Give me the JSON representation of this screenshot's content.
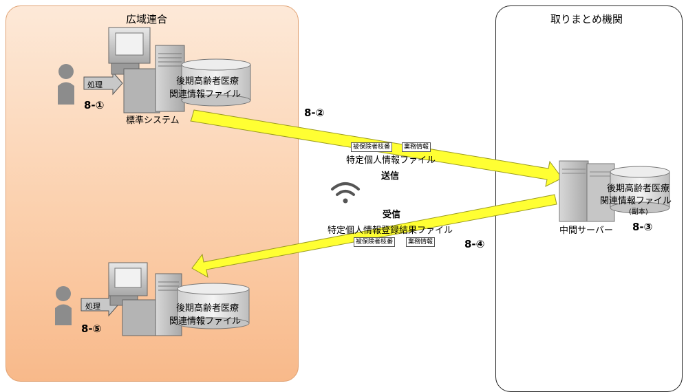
{
  "regions": {
    "left_title": "広域連合",
    "right_title": "取りまとめ機関"
  },
  "top_workstation": {
    "process_label": "処理",
    "db_line1": "後期高齢者医療",
    "db_line2": "関連情報ファイル",
    "system_label": "標準システム",
    "step": "8-①"
  },
  "send_flow": {
    "step": "8-②",
    "tag_1": "被保険者枝番",
    "tag_2": "業務情報",
    "file_label": "特定個人情報ファイル",
    "action": "送信"
  },
  "server": {
    "db_line1": "後期高齢者医療",
    "db_line2": "関連情報ファイル",
    "db_line3": "(副本)",
    "label": "中間サーバー",
    "step": "8-③"
  },
  "receive_flow": {
    "action": "受信",
    "file_label": "特定個人情報登録結果ファイル",
    "tag_1": "被保険者枝番",
    "tag_2": "業務情報",
    "step": "8-④"
  },
  "bottom_workstation": {
    "process_label": "処理",
    "db_line1": "後期高齢者医療",
    "db_line2": "関連情報ファイル",
    "step": "8-⑤"
  },
  "colors": {
    "arrow": "#ffff33",
    "region_fill": "#fbd0ad"
  }
}
